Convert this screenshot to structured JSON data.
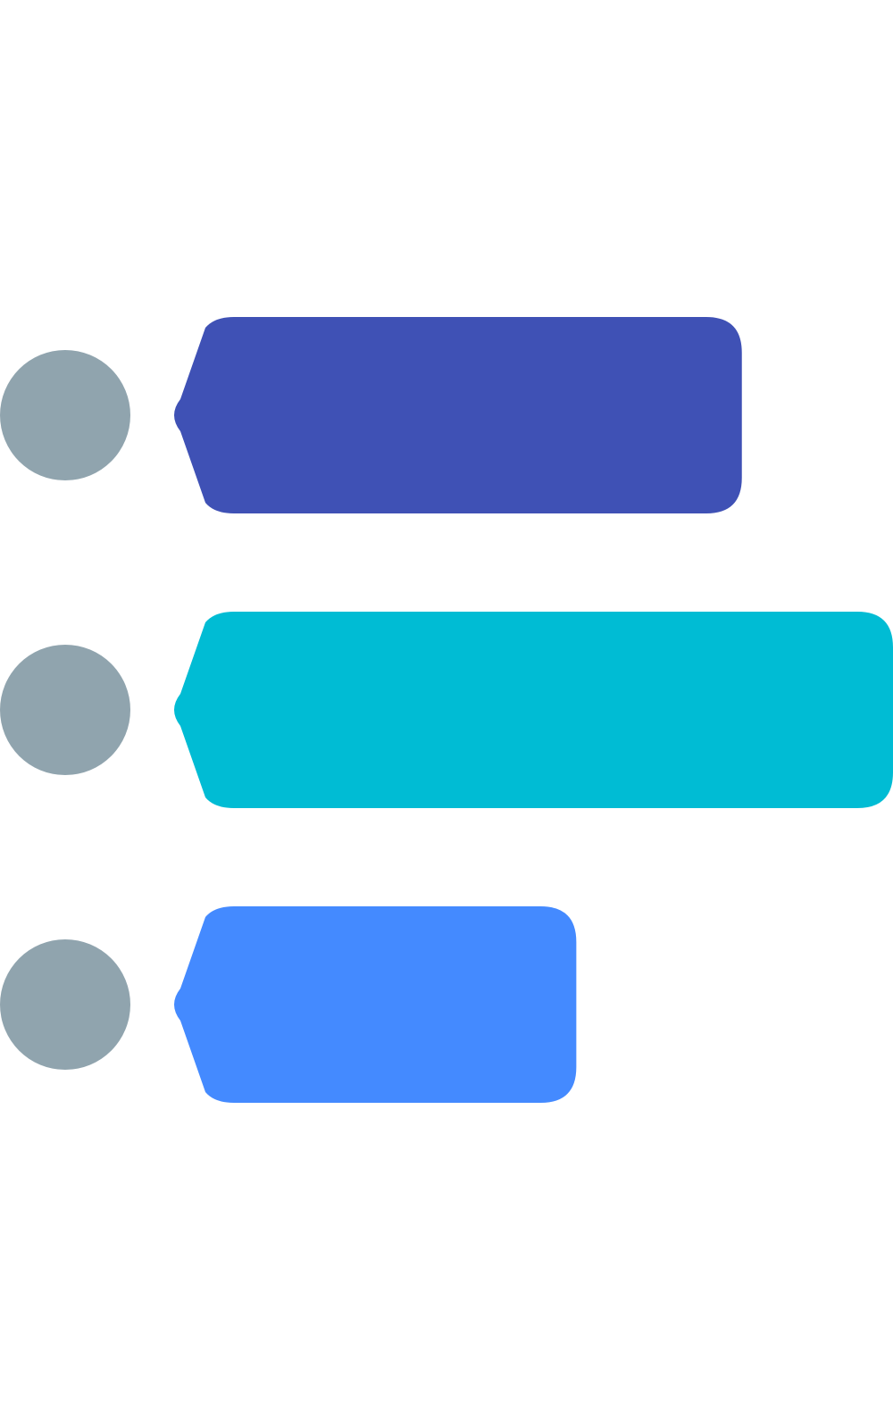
{
  "icon": "label-list-icon",
  "colors": {
    "background": "#FFFFFF",
    "dot": "#90A4AE"
  },
  "rows": [
    {
      "dot_icon": "dot-icon",
      "tag_icon": "tag-shape-icon",
      "color": "#3F51B5",
      "length_fraction": 0.79
    },
    {
      "dot_icon": "dot-icon",
      "tag_icon": "tag-shape-icon",
      "color": "#00BCD4",
      "length_fraction": 1.0
    },
    {
      "dot_icon": "dot-icon",
      "tag_icon": "tag-shape-icon",
      "color": "#448AFF",
      "length_fraction": 0.56
    }
  ]
}
